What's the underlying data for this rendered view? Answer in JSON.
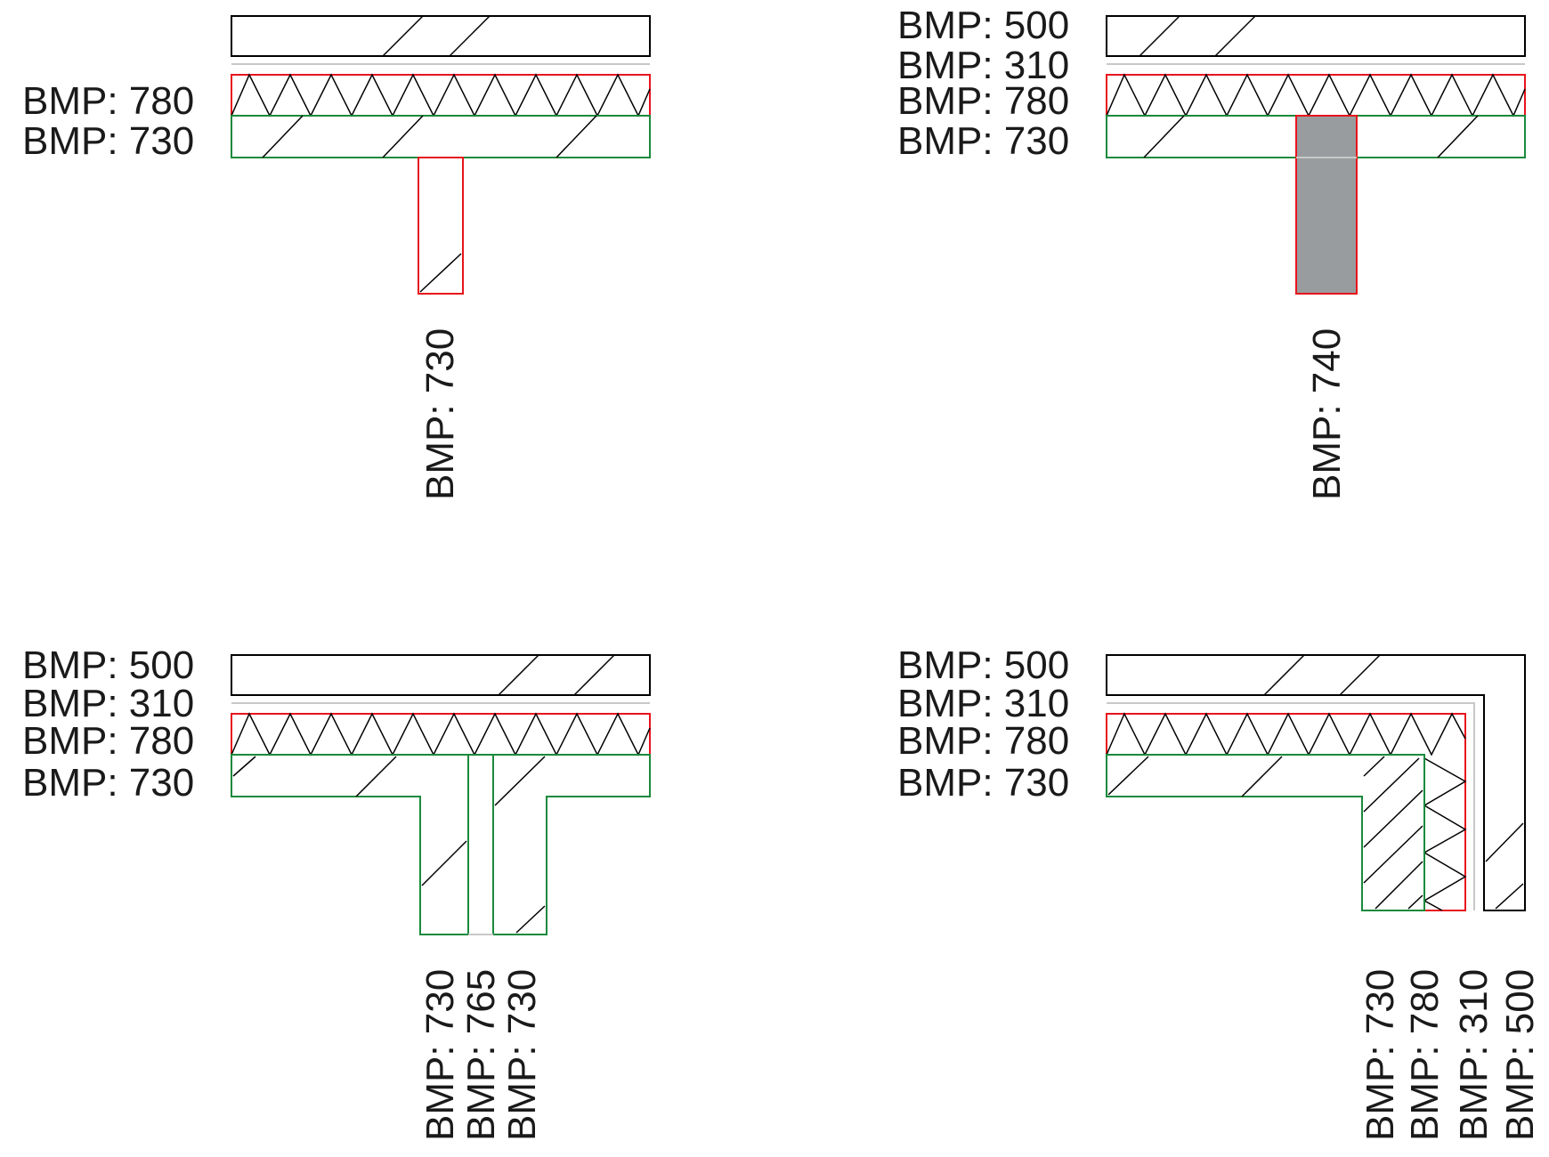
{
  "diagrams": [
    {
      "id": "A",
      "left_labels": [
        "BMP: 780",
        "BMP: 730"
      ],
      "bottom_labels": [
        "BMP: 730"
      ]
    },
    {
      "id": "B",
      "left_labels": [
        "BMP: 500",
        "BMP: 310",
        "BMP: 780",
        "BMP: 730"
      ],
      "bottom_labels": [
        "BMP: 740"
      ]
    },
    {
      "id": "C",
      "left_labels": [
        "BMP: 500",
        "BMP: 310",
        "BMP: 780",
        "BMP: 730"
      ],
      "bottom_labels": [
        "BMP: 730",
        "BMP: 765",
        "BMP: 730"
      ]
    },
    {
      "id": "D",
      "left_labels": [
        "BMP: 500",
        "BMP: 310",
        "BMP: 780",
        "BMP: 730"
      ],
      "bottom_labels": [
        "BMP: 730",
        "BMP: 780",
        "BMP: 310",
        "BMP: 500"
      ]
    }
  ],
  "colors": {
    "outline": "#000000",
    "insulation_outline": "#e8141c",
    "concrete_outline": "#1a8a3c",
    "membrane": "#c8c8c8",
    "column_fill": "#999c9e"
  }
}
